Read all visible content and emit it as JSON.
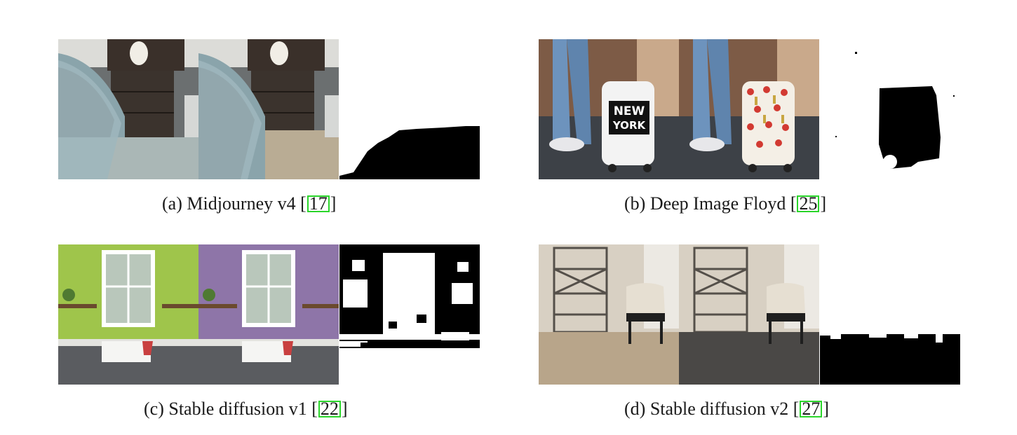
{
  "figures": [
    {
      "label": "(a) Midjourney v4 [",
      "cite": "17",
      "close": "]"
    },
    {
      "label": "(b) Deep Image Floyd [",
      "cite": "25",
      "close": "]"
    },
    {
      "label": "(c) Stable diffusion v1 [",
      "cite": "22",
      "close": "]"
    },
    {
      "label": "(d) Stable diffusion v2 [",
      "cite": "27",
      "close": "]"
    }
  ],
  "text_in_image": {
    "b_suitcase": "NEW YORK"
  },
  "colors": {
    "citation_box": "#2bd62b",
    "mask": "#000000"
  }
}
